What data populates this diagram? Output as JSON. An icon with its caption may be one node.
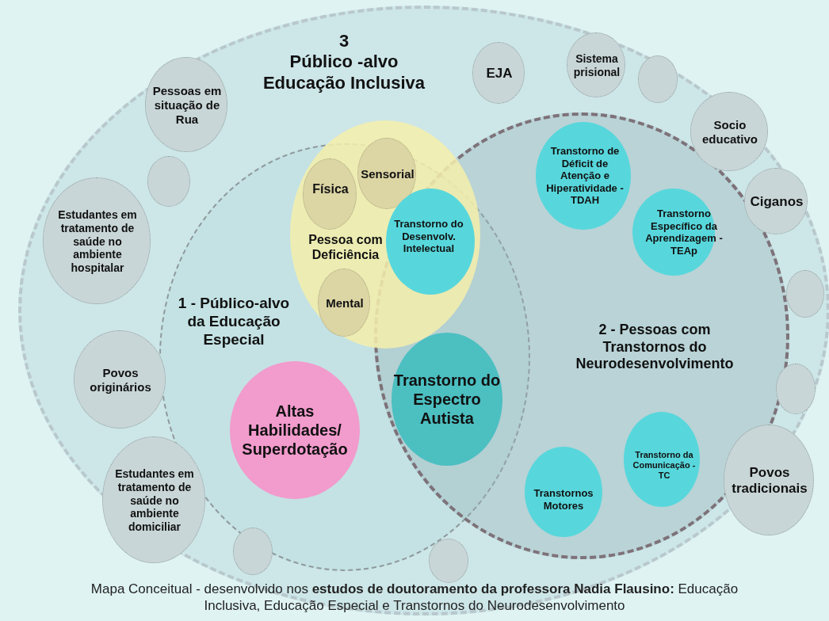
{
  "diagram": {
    "caption": "Mapa Conceitual - desenvolvido nos **estudos de doutoramento da professora Nadia Flausino:** Educação Inclusiva, Educação Especial e Transtornos do Neurodesenvolvimento",
    "nodes": [
      {
        "text": [
          "3",
          "Público -alvo Educação Inclusiva"
        ]
      },
      {
        "text": [
          "1 - Público-alvo da Educação Especial"
        ],
        "in": 0
      },
      {
        "text": [
          "2 - Pessoas com Transtornos do Neurodesenvolvimento"
        ],
        "in": 0
      },
      {
        "text": [
          "Pessoa com Deficiência"
        ],
        "in": 0
      },
      {
        "text": [
          "Física"
        ],
        "in": 3
      },
      {
        "text": [
          "Sensorial"
        ],
        "in": 3
      },
      {
        "text": [
          "Mental"
        ],
        "in": 3
      },
      {
        "text": [
          "Transtorno do Desenvolv. Intelectual"
        ]
      },
      {
        "text": [
          "Altas Habilidades/ Superdotação"
        ],
        "in": 1
      },
      {
        "text": [
          "Transtorno do Espectro Autista"
        ]
      },
      {
        "text": [
          "Transtorno de Déficit de Atenção e Hiperatividade - TDAH"
        ],
        "in": 2
      },
      {
        "text": [
          "Transtorno Específico da Aprendizagem - TEAp"
        ],
        "in": 2
      },
      {
        "text": [
          "Transtorno da Comunicação - TC"
        ],
        "in": 2
      },
      {
        "text": [
          "Transtornos Motores"
        ],
        "in": 2
      },
      {
        "text": [
          "EJA"
        ],
        "in": 0
      },
      {
        "text": [
          "Sistema prisional"
        ],
        "in": 0
      },
      {
        "text": [],
        "shape": "circle",
        "in": 0
      },
      {
        "text": [
          "Socio educativo"
        ],
        "in": 0
      },
      {
        "text": [
          "Ciganos"
        ],
        "in": 0
      },
      {
        "text": [],
        "shape": "circle",
        "in": 0
      },
      {
        "text": [],
        "shape": "circle",
        "in": 0
      },
      {
        "text": [
          "Povos tradicionais"
        ],
        "in": 0
      },
      {
        "text": [
          "Pessoas em situação de Rua"
        ],
        "in": 0
      },
      {
        "text": [],
        "shape": "circle",
        "in": 0
      },
      {
        "text": [
          "Estudantes em tratamento de saúde no ambiente hospitalar"
        ],
        "in": 0
      },
      {
        "text": [
          "Povos originários"
        ],
        "in": 0
      },
      {
        "text": [
          "Estudantes em tratamento de saúde no ambiente domiciliar"
        ],
        "in": 0
      },
      {
        "text": [],
        "shape": "circle",
        "in": 0
      },
      {
        "text": [],
        "shape": "circle",
        "in": 0
      }
    ]
  }
}
